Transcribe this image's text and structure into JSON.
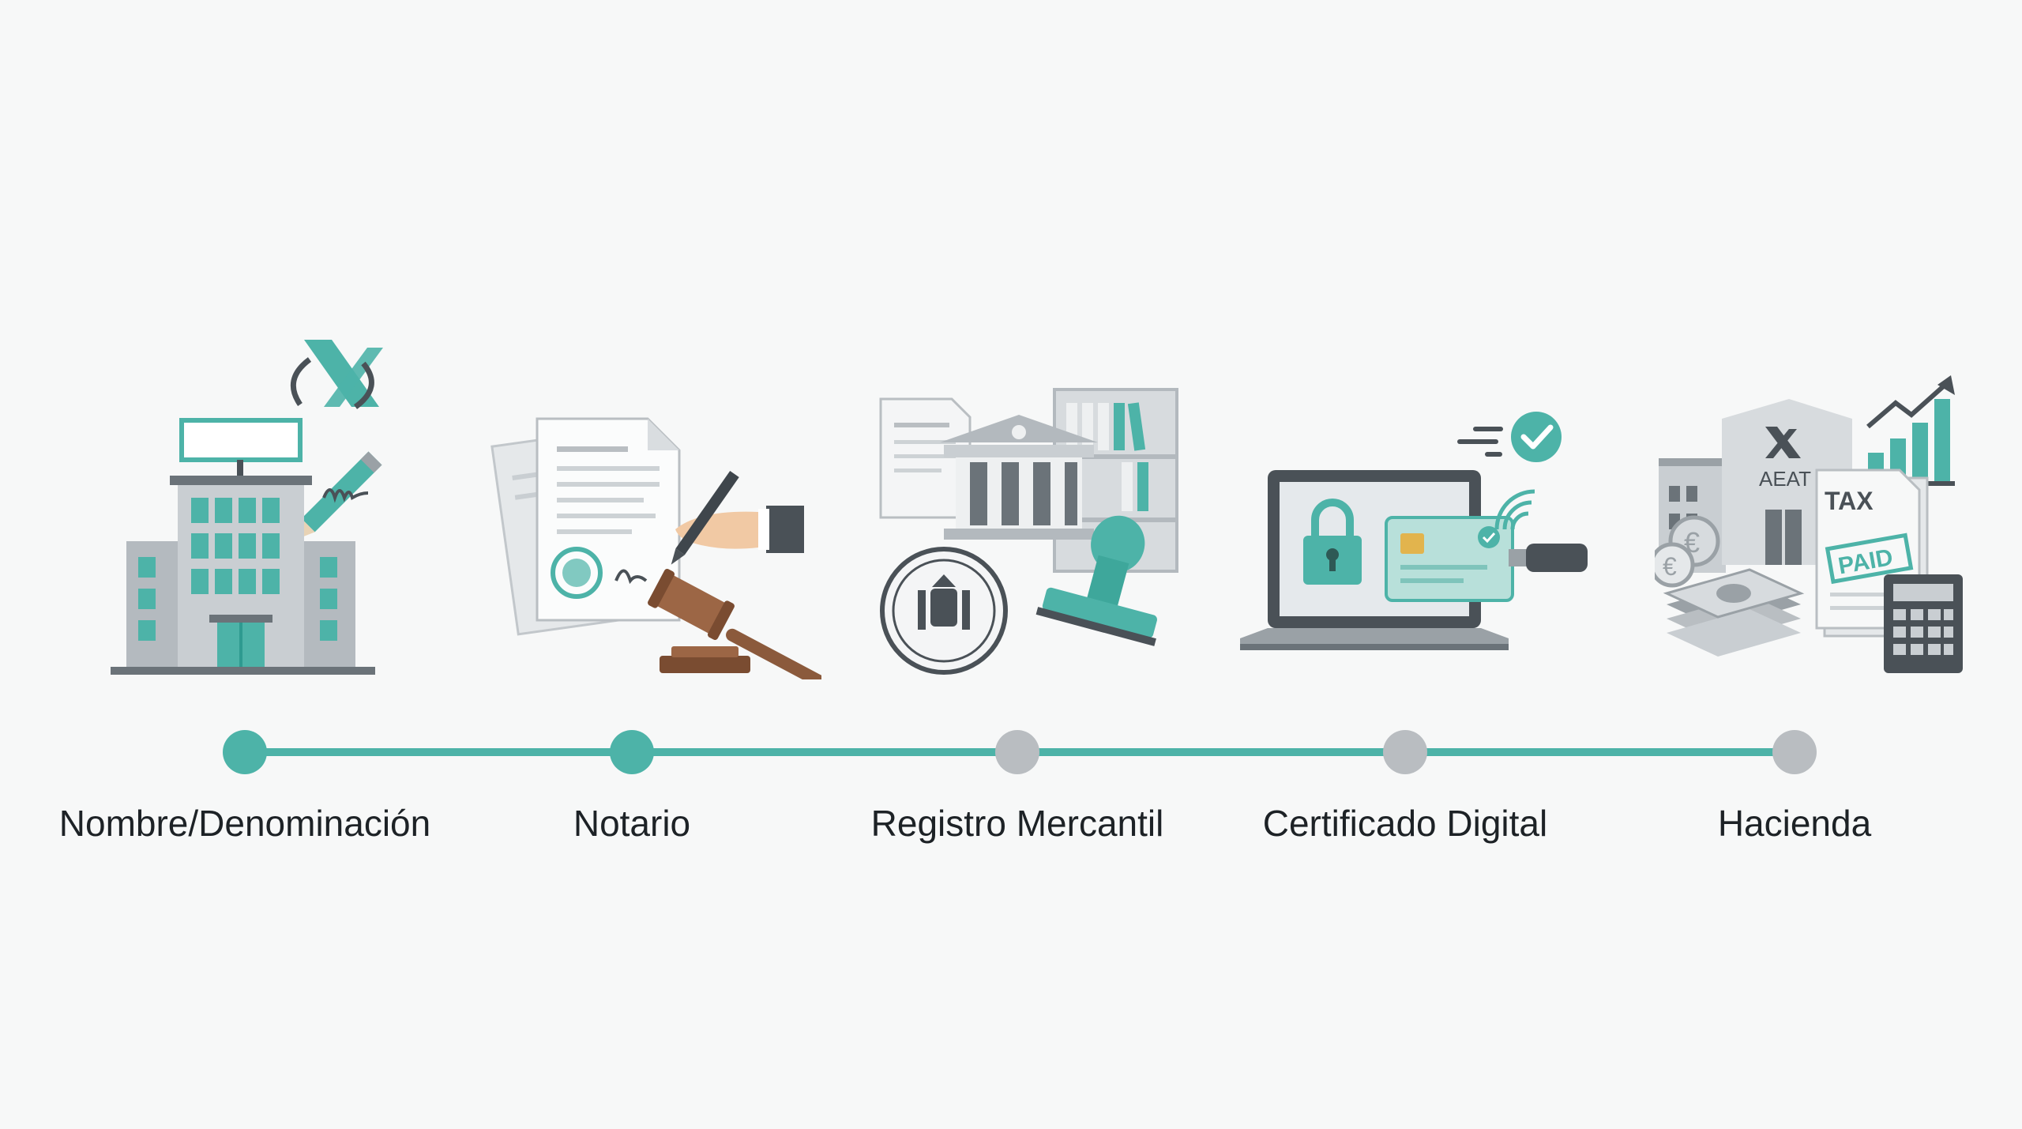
{
  "colors": {
    "accent": "#4db3a8",
    "accent_dark": "#2e9a90",
    "gray": "#b9bdc1",
    "dark": "#4a5157",
    "wood": "#8b5a3c"
  },
  "steps": [
    {
      "label": "Nombre/Denominación",
      "status": "done",
      "icon": "building-icon"
    },
    {
      "label": "Notario",
      "status": "done",
      "icon": "notary-document-icon"
    },
    {
      "label": "Registro Mercantil",
      "status": "pending",
      "icon": "registry-bank-icon"
    },
    {
      "label": "Certificado Digital",
      "status": "pending",
      "icon": "laptop-certificate-icon"
    },
    {
      "label": "Hacienda",
      "status": "pending",
      "icon": "tax-office-icon"
    }
  ],
  "illustration_text": {
    "aeat": "AEAT",
    "tax": "TAX",
    "paid": "PAID"
  }
}
